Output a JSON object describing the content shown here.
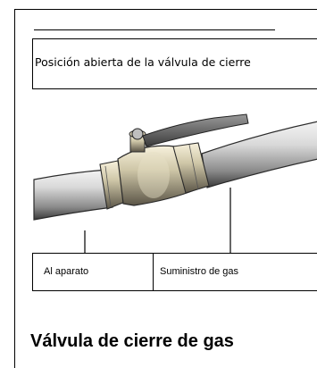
{
  "caption": "Posición abierta de la válvula de cierre",
  "labels": {
    "left": "Al aparato",
    "right": "Suministro de gas"
  },
  "title": "Válvula de cierre de gas",
  "illustration": {
    "subject": "ball-valve-on-pipe",
    "handle_state": "open (parallel to pipe)"
  }
}
